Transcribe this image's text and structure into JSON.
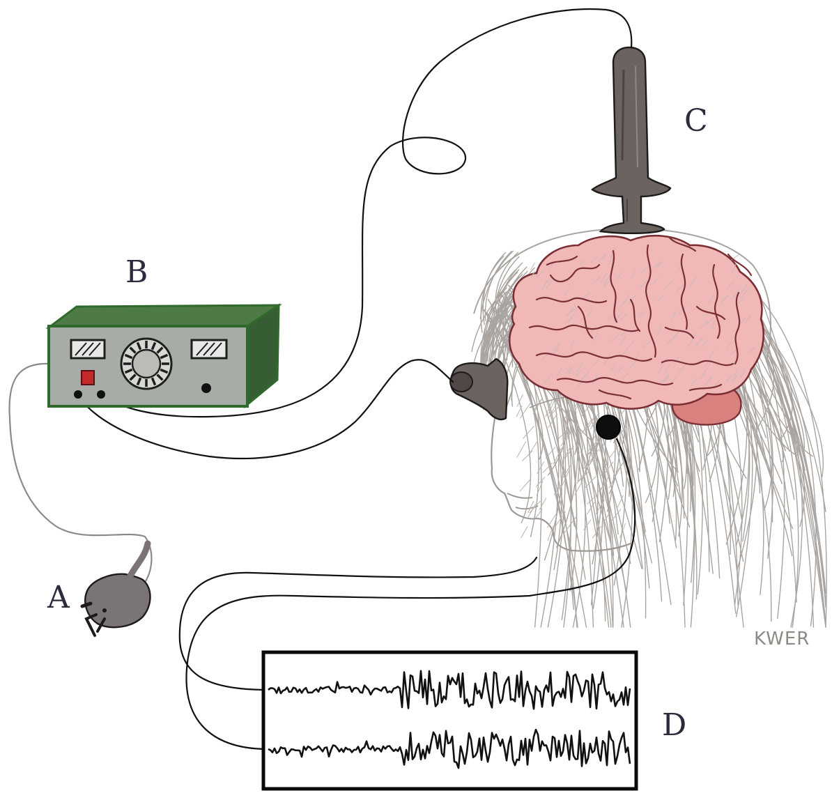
{
  "labels": {
    "plug": "A",
    "stimulator": "B",
    "electrode": "C",
    "recording": "D"
  },
  "signature": "KWER",
  "colors": {
    "device_body": "#a7aca6",
    "device_frame": "#2f6a2c",
    "device_side": "#365d34",
    "device_top": "#4d7a45",
    "button_red": "#c42a2a",
    "brain_fill": "#f1b8b8",
    "brain_fold": "#7a2f35",
    "cerebellum": "#d9817f",
    "electrode_grey": "#6a6360",
    "hair_grey": "#a9a4a0",
    "face_outline": "#9d9894",
    "wire": "#111111",
    "plug_grey": "#7a7474"
  },
  "icons": [
    "power-plug-icon",
    "stimulator-device-icon",
    "depth-electrode-icon",
    "ear-electrode-icon",
    "eeg-trace-icon",
    "brain-icon"
  ]
}
